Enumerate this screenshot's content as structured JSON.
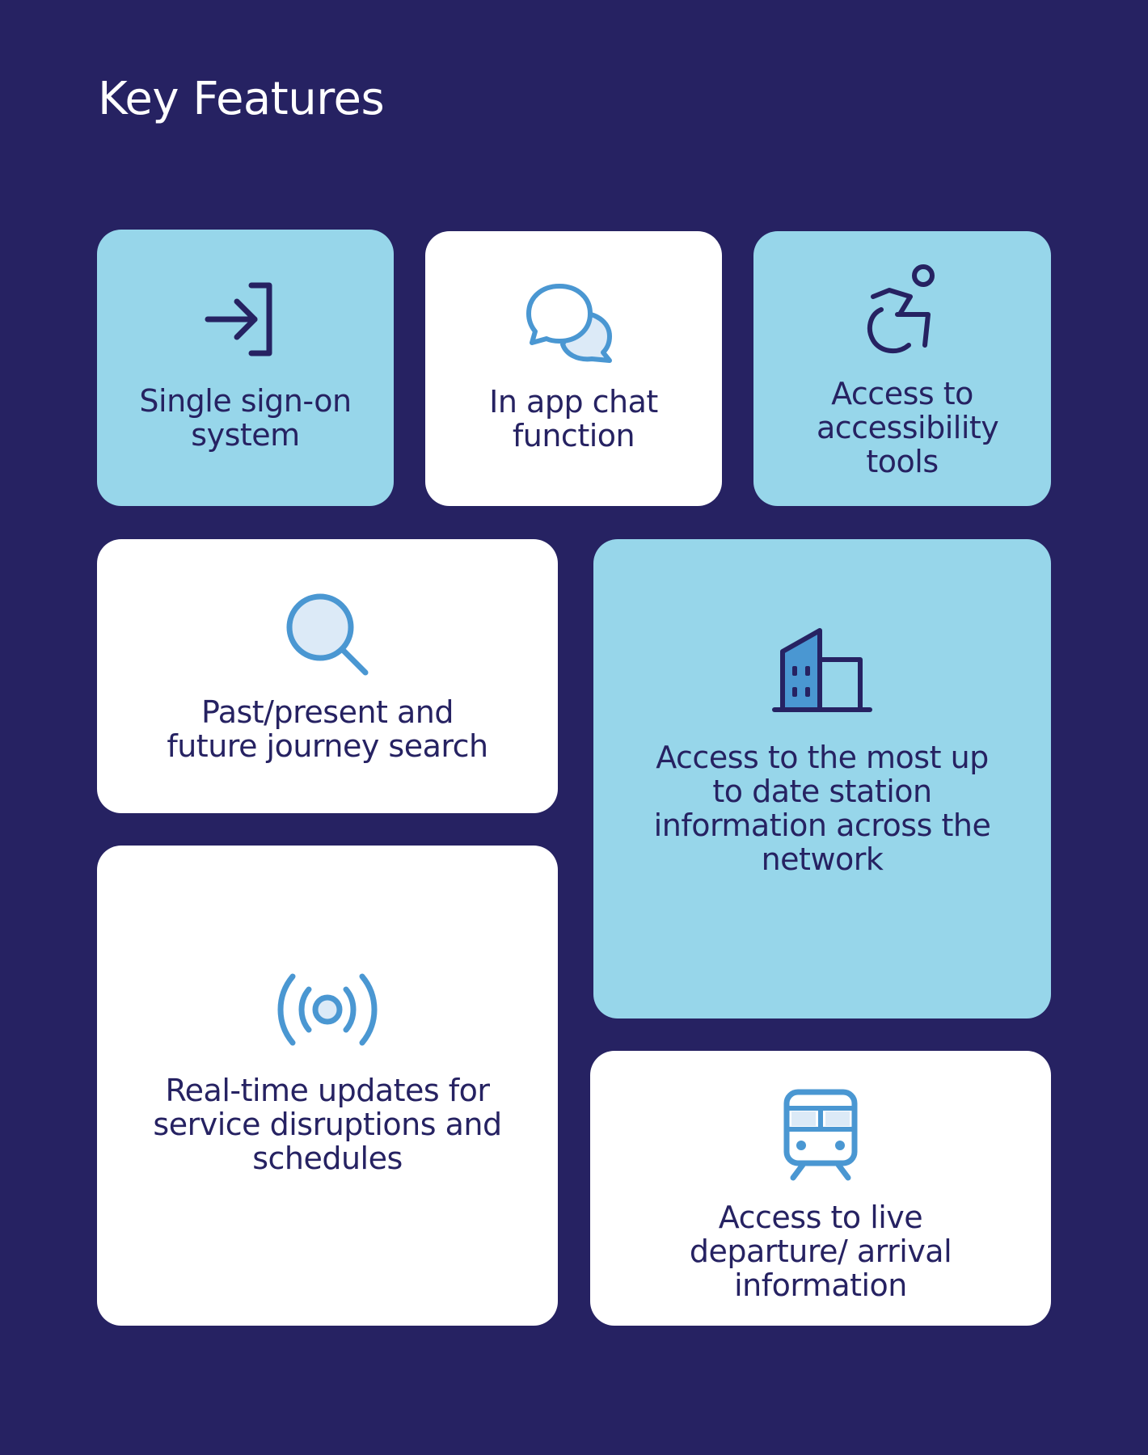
{
  "header": {
    "title": "Key Features"
  },
  "colors": {
    "background": "#262262",
    "card_blue": "#97d6ea",
    "card_white": "#ffffff",
    "text_navy": "#262262",
    "icon_blue": "#4a97d2",
    "icon_light_fill": "#dceaf7"
  },
  "cards": [
    {
      "label": "Single sign-on system",
      "icon": "sign-in-icon",
      "variant": "blue"
    },
    {
      "label": "In app chat function",
      "icon": "chat-bubbles-icon",
      "variant": "white"
    },
    {
      "label": "Access to accessibility tools",
      "icon": "wheelchair-icon",
      "variant": "blue"
    },
    {
      "label": "Past/present and future journey search",
      "icon": "search-icon",
      "variant": "white"
    },
    {
      "label": "Access to the most up to date station information across the network",
      "icon": "building-icon",
      "variant": "blue"
    },
    {
      "label": "Real-time updates for service disruptions and schedules",
      "icon": "broadcast-icon",
      "variant": "white"
    },
    {
      "label": "Access to live departure/ arrival information",
      "icon": "train-icon",
      "variant": "white"
    }
  ]
}
